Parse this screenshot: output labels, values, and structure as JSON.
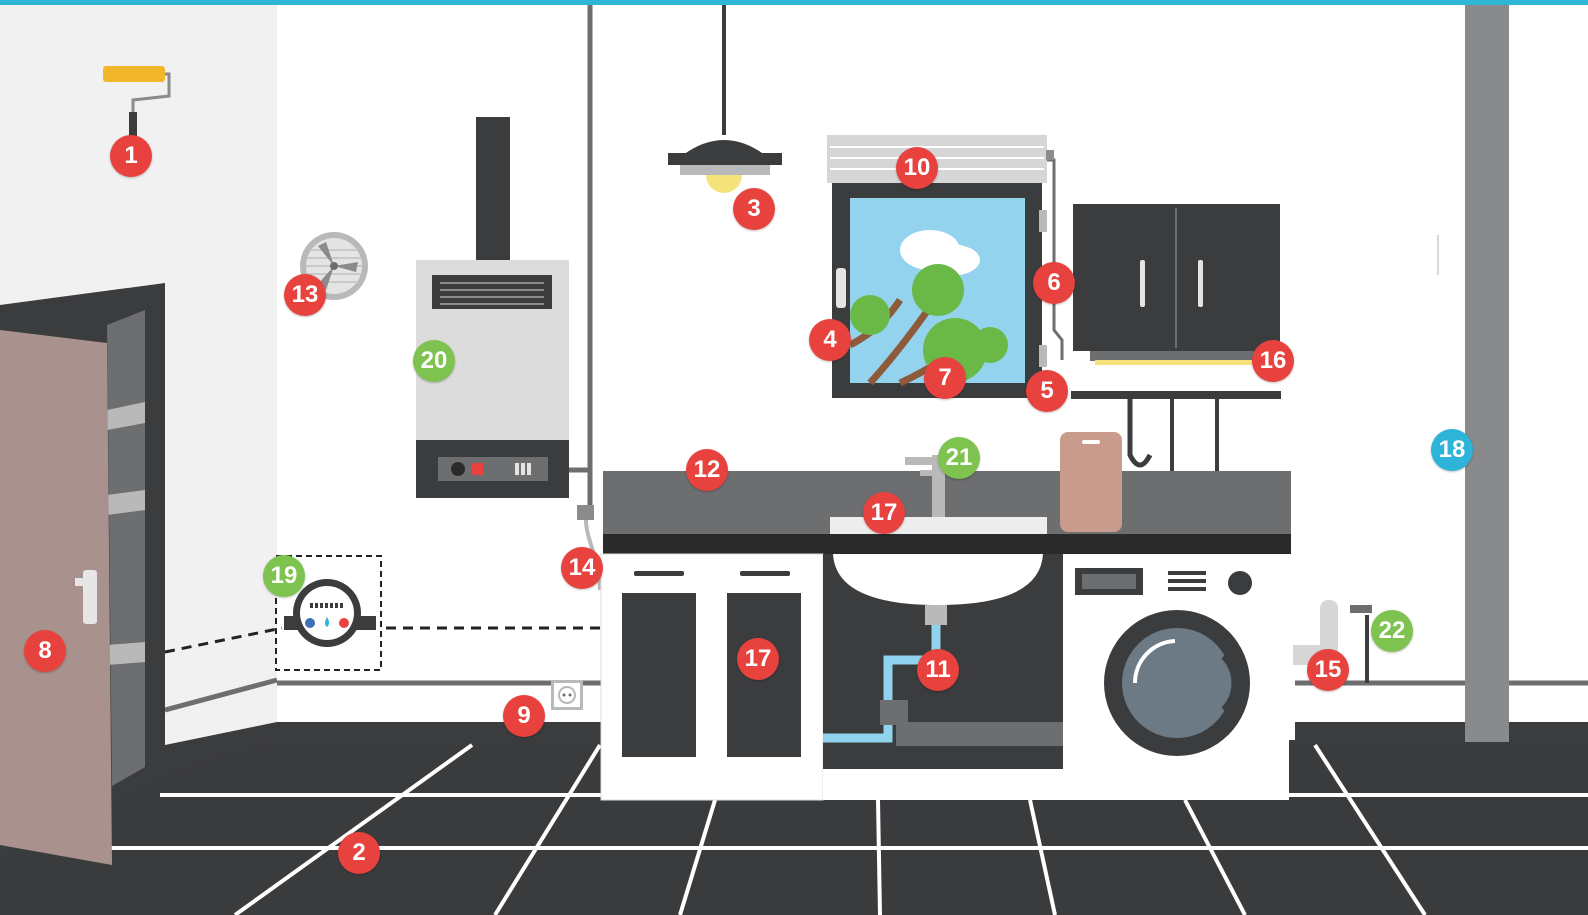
{
  "colors": {
    "top_bar": "#2fb6d6",
    "wall": "#ffffff",
    "side_wall": "#f1f1f2",
    "floor": "#3a3b3d",
    "floor_lines": "#ffffff",
    "dark": "#3b3c3e",
    "door": "#a9928d",
    "countertop": "#6d6e70",
    "marker_red": "#e8423f",
    "marker_green": "#7ec34f",
    "marker_blue": "#2eb3d9"
  },
  "markers": [
    {
      "label": "1",
      "color": "red",
      "item": "paint-roller"
    },
    {
      "label": "2",
      "color": "red",
      "item": "floor-tiles"
    },
    {
      "label": "3",
      "color": "red",
      "item": "ceiling-lamp"
    },
    {
      "label": "4",
      "color": "red",
      "item": "window-handle"
    },
    {
      "label": "5",
      "color": "red",
      "item": "window-hinge"
    },
    {
      "label": "6",
      "color": "red",
      "item": "window-frame"
    },
    {
      "label": "7",
      "color": "red",
      "item": "window-glass"
    },
    {
      "label": "8",
      "color": "red",
      "item": "door"
    },
    {
      "label": "9",
      "color": "red",
      "item": "power-socket"
    },
    {
      "label": "10",
      "color": "red",
      "item": "window-blind"
    },
    {
      "label": "11",
      "color": "red",
      "item": "sink-drain-pipe"
    },
    {
      "label": "12",
      "color": "red",
      "item": "countertop"
    },
    {
      "label": "13",
      "color": "red",
      "item": "vent-fan"
    },
    {
      "label": "14",
      "color": "red",
      "item": "wall-pipe"
    },
    {
      "label": "15",
      "color": "red",
      "item": "water-outlet"
    },
    {
      "label": "16",
      "color": "red",
      "item": "under-cabinet-light"
    },
    {
      "label": "17",
      "color": "red",
      "item": "sink"
    },
    {
      "label": "17",
      "color": "red",
      "item": "cabinet-doors"
    },
    {
      "label": "18",
      "color": "blue",
      "item": "riser-pipe"
    },
    {
      "label": "19",
      "color": "green",
      "item": "water-meter"
    },
    {
      "label": "20",
      "color": "green",
      "item": "boiler"
    },
    {
      "label": "21",
      "color": "green",
      "item": "faucet"
    },
    {
      "label": "22",
      "color": "green",
      "item": "valve"
    }
  ]
}
